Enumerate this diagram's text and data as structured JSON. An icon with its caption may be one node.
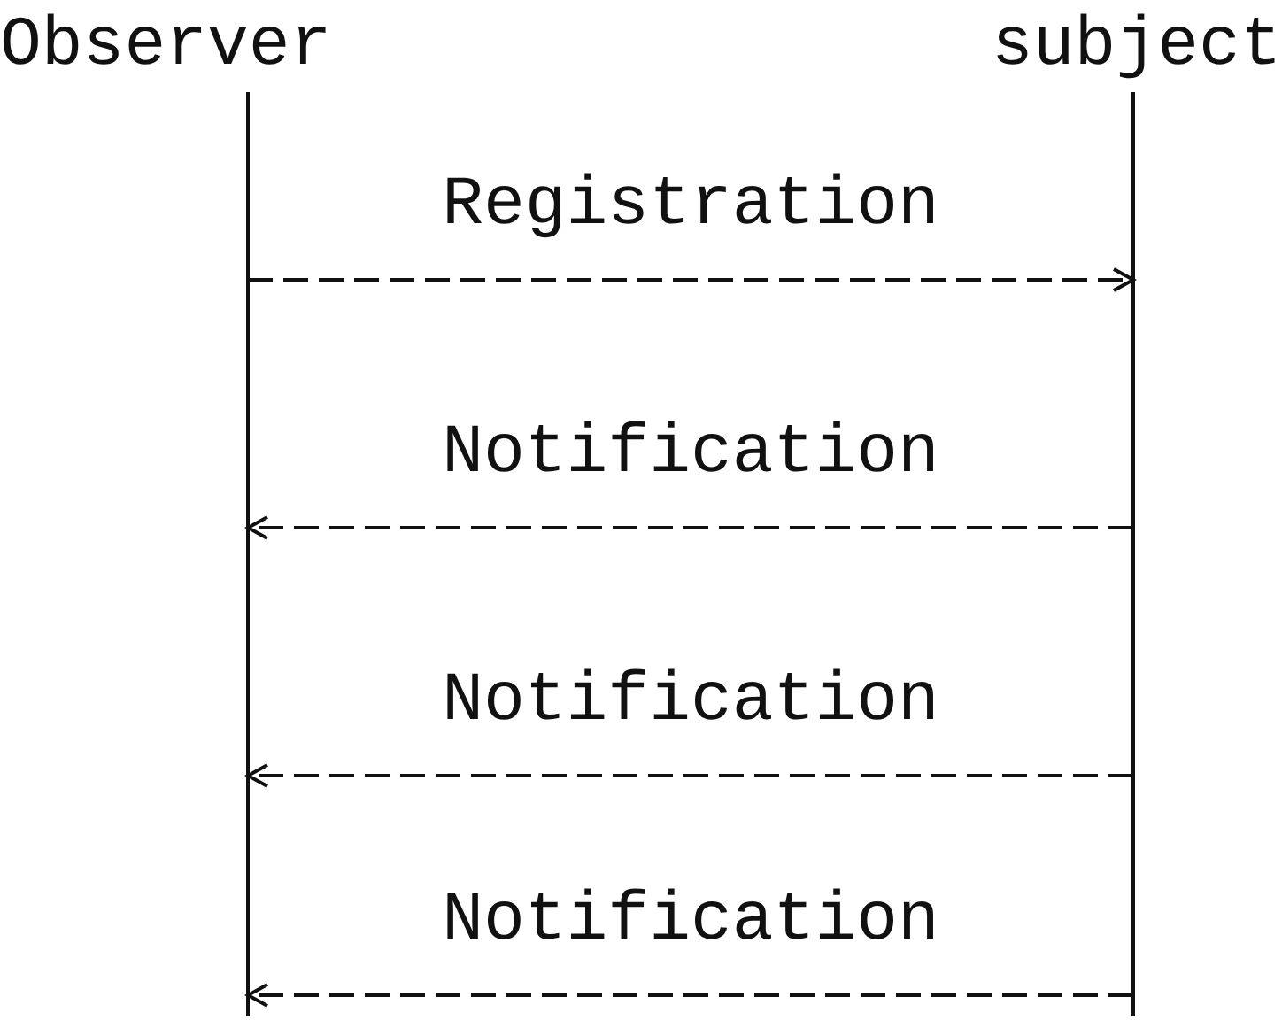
{
  "diagram": {
    "nodes": [
      {
        "text": [
          "Observer"
        ]
      },
      {
        "text": [
          "subject"
        ]
      }
    ],
    "edges": [
      {
        "from": 0,
        "to": 1,
        "arrow": "to",
        "label": "Registration",
        "style": "dashed"
      },
      {
        "from": 1,
        "to": 0,
        "arrow": "to",
        "label": "Notification",
        "style": "dashed"
      },
      {
        "from": 1,
        "to": 0,
        "arrow": "to",
        "label": "Notification",
        "style": "dashed"
      },
      {
        "from": 1,
        "to": 0,
        "arrow": "to",
        "label": "Notification",
        "style": "dashed"
      }
    ]
  }
}
